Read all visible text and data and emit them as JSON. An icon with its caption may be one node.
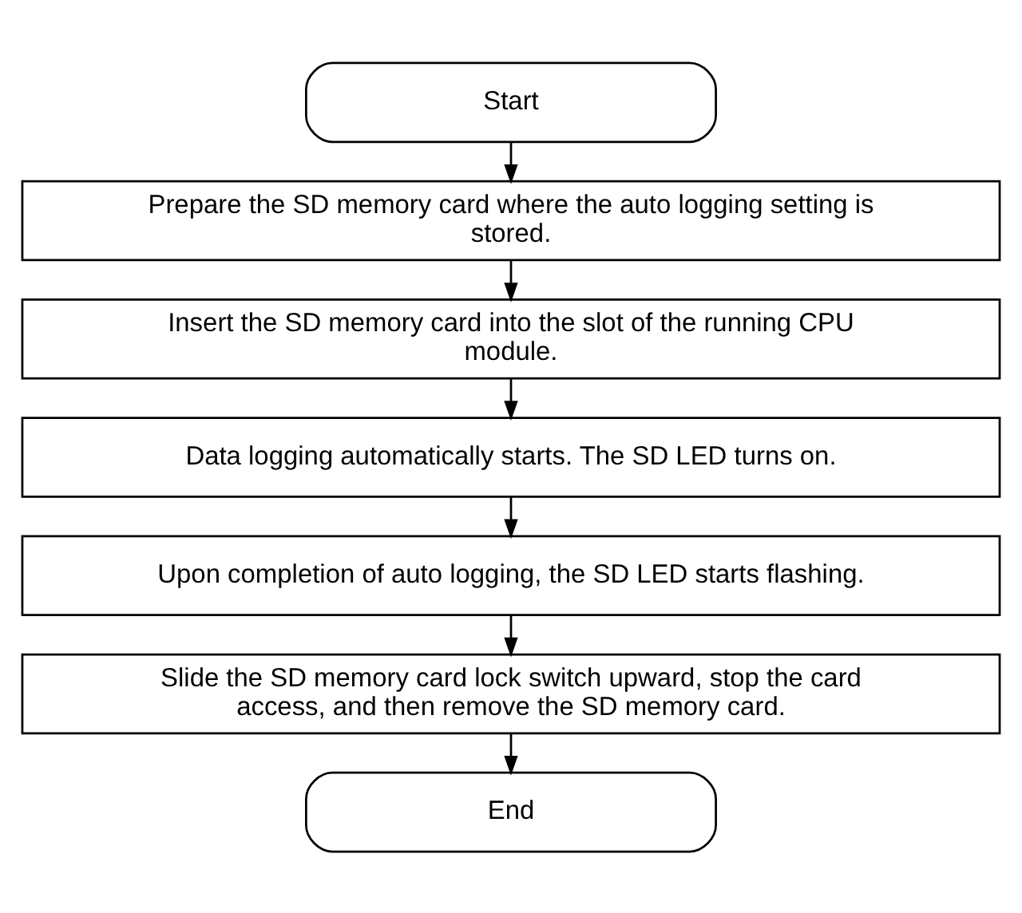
{
  "diagram": {
    "nodes": [
      {
        "text": [
          "Start"
        ]
      },
      {
        "text": [
          "Prepare the SD memory card where the auto logging setting is stored."
        ]
      },
      {
        "text": [
          "Insert the SD memory card into the slot of the running CPU module."
        ]
      },
      {
        "text": [
          "Data logging automatically starts. The SD LED turns on."
        ]
      },
      {
        "text": [
          "Upon completion of auto logging, the SD LED starts flashing."
        ]
      },
      {
        "text": [
          "Slide the SD memory card lock switch upward, stop the card access, and then remove the SD memory card."
        ]
      },
      {
        "text": [
          "End"
        ]
      }
    ],
    "edges": [
      {
        "from": 0,
        "to": 1,
        "arrow": "to"
      },
      {
        "from": 1,
        "to": 2,
        "arrow": "to"
      },
      {
        "from": 2,
        "to": 3,
        "arrow": "to"
      },
      {
        "from": 3,
        "to": 4,
        "arrow": "to"
      },
      {
        "from": 4,
        "to": 5,
        "arrow": "to"
      },
      {
        "from": 5,
        "to": 6,
        "arrow": "to"
      }
    ]
  }
}
